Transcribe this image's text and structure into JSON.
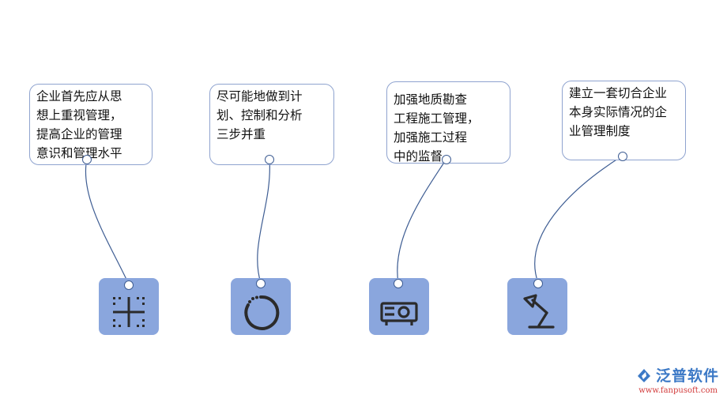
{
  "cards": [
    {
      "text": "企业首先应从思\n想上重视管理，\n提高企业的管理\n意识和管理水平"
    },
    {
      "text": "尽可能地做到计\n划、控制和分析\n三步并重"
    },
    {
      "text": "加强地质勘查\n工程施工管理，\n加强施工过程\n中的监督"
    },
    {
      "text": "建立一套切合企业\n本身实际情况的企\n业管理制度"
    }
  ],
  "icons": [
    "grid-icon",
    "circle-icon",
    "projector-icon",
    "desk-lamp-icon"
  ],
  "colors": {
    "tile": "#8aa6dd",
    "border": "#8fa3cf",
    "line": "#3e5d93",
    "icon": "#2b2b2b"
  },
  "logo": {
    "name": "泛普软件",
    "url": "www.fanpusoft.com"
  }
}
